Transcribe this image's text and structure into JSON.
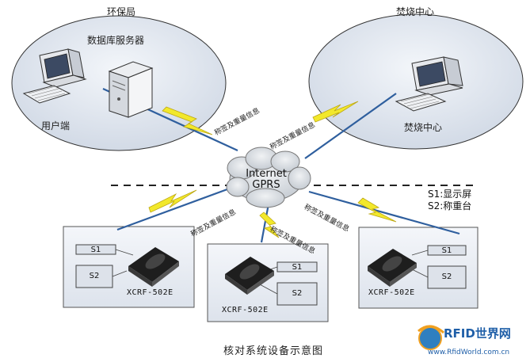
{
  "sites": {
    "env_bureau": "环保局",
    "incineration_top": "焚烧中心",
    "db_server": "数据库服务器",
    "user_terminal": "用户端",
    "incineration_pc": "焚烧中心"
  },
  "network": {
    "line1": "Internet",
    "line2": "GPRS"
  },
  "links": {
    "label": "称签及重量信息"
  },
  "legend": {
    "s1": "S1:显示屏",
    "s2": "S2:称重台"
  },
  "stations": [
    {
      "s1": "S1",
      "s2": "S2",
      "model": "XCRF-502E"
    },
    {
      "s1": "S1",
      "s2": "S2",
      "model": "XCRF-502E"
    },
    {
      "s1": "S1",
      "s2": "S2",
      "model": "XCRF-502E"
    }
  ],
  "caption": "核对系统设备示意图",
  "logo": {
    "brand": "RFID世界网",
    "url": "www.RfidWorld.com.cn"
  },
  "colors": {
    "ellipse_fill": "#dfe5ef",
    "box_fill": "#e9edf4",
    "lightning": "#f2e82b",
    "link_line": "#2f5f9e",
    "cloud": "#d8dde3"
  }
}
